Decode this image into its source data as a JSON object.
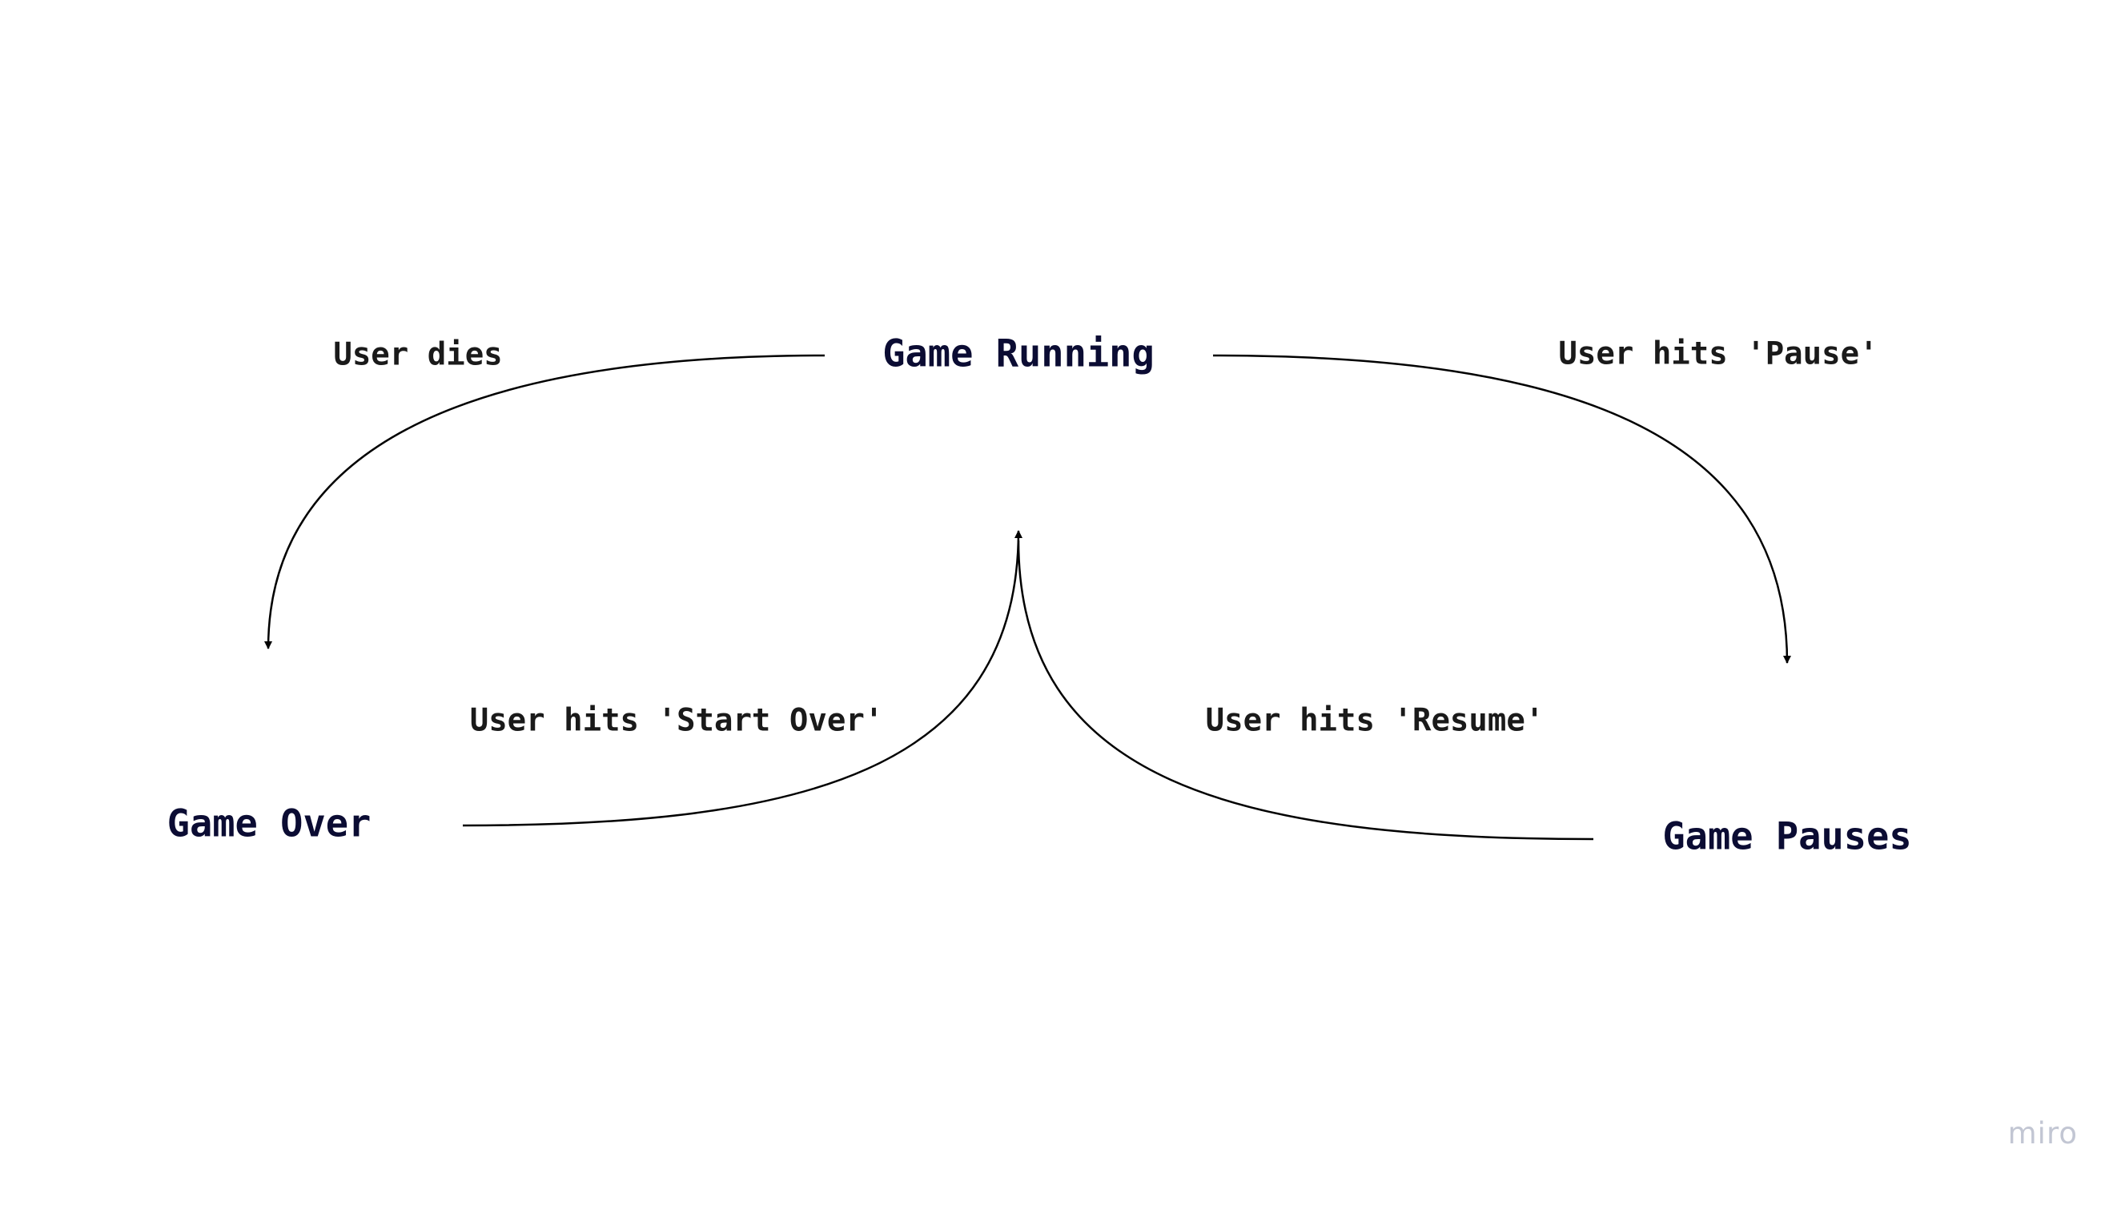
{
  "nodes": {
    "game_running": "Game Running",
    "game_over": "Game Over",
    "game_pauses": "Game Pauses"
  },
  "edges": {
    "user_dies": "User dies",
    "user_hits_pause": "User hits 'Pause'",
    "user_hits_start_over": "User hits 'Start Over'",
    "user_hits_resume": "User hits 'Resume'"
  },
  "brand": {
    "watermark": "miro"
  },
  "colors": {
    "node_text": "#0b0c33",
    "edge_text": "#1a1a1a",
    "edge_line": "#000000",
    "watermark": "#c2c6d3"
  }
}
